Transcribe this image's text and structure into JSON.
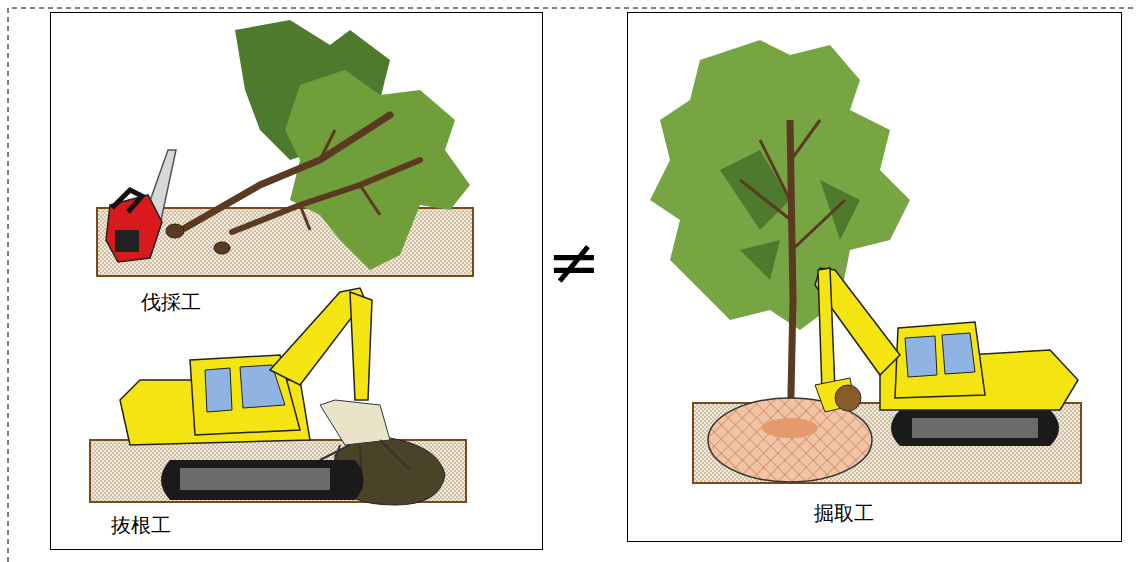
{
  "diagram": {
    "nodes": [
      {
        "text": [
          "伐採工",
          "抜根工"
        ]
      },
      {
        "text": [
          "掘取工"
        ]
      }
    ],
    "labels": [
      "≠"
    ]
  }
}
